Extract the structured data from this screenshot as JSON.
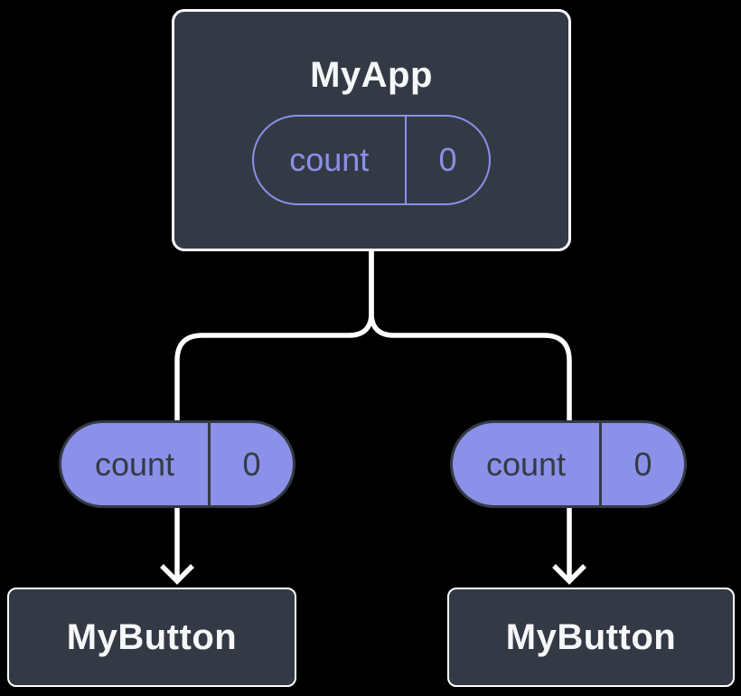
{
  "diagram": {
    "description": "Component tree: parent state passed down as props",
    "root": {
      "title": "MyApp",
      "state": {
        "label": "count",
        "value": "0"
      }
    },
    "children": [
      {
        "title": "MyButton",
        "prop": {
          "label": "count",
          "value": "0"
        }
      },
      {
        "title": "MyButton",
        "prop": {
          "label": "count",
          "value": "0"
        }
      }
    ],
    "colors": {
      "background": "#000000",
      "node_fill": "#343A45",
      "node_border": "#FFFFFF",
      "accent_purple": "#8B90E8",
      "pill_dark_text": "#343A45",
      "light_text": "#F6F7F9",
      "connector_line": "#FFFFFF"
    }
  }
}
